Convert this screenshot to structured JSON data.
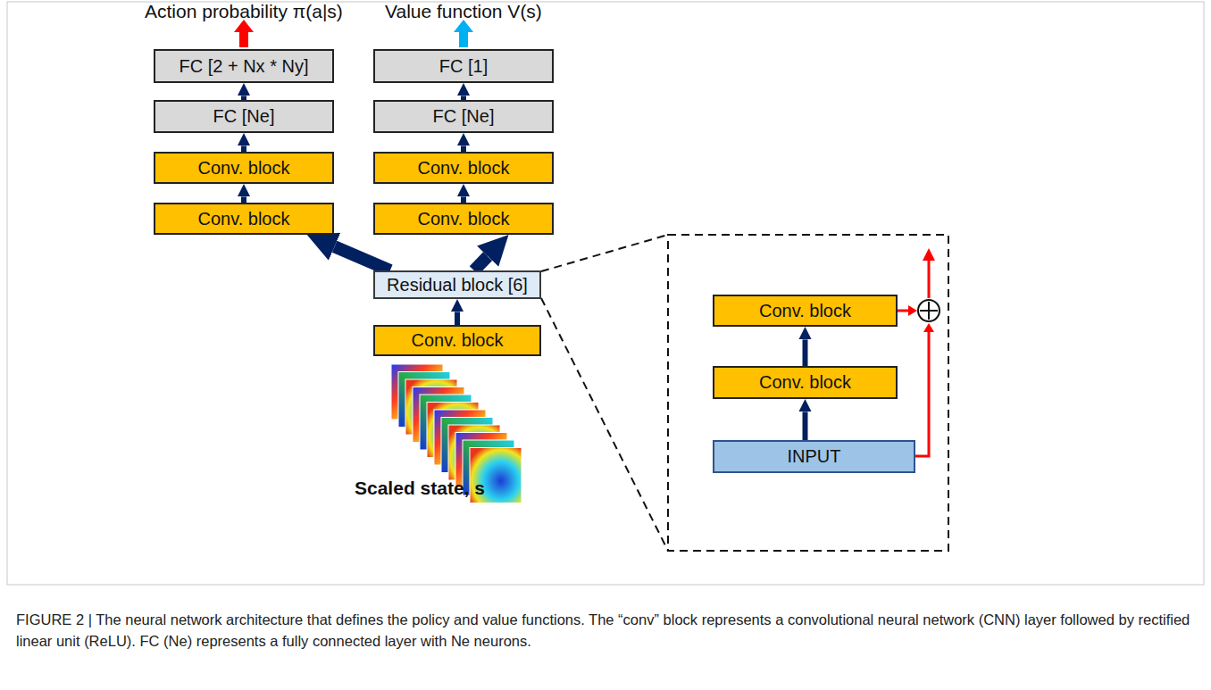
{
  "diagram": {
    "caption": "FIGURE 2 | The neural network architecture that defines the policy and value functions. The “conv” block represents a convolutional neural network (CNN) layer followed by rectified linear unit (ReLU). FC (Ne) represents a fully connected layer with Ne neurons.",
    "nodes": [
      {
        "text": [
          "FC [2 + Nx * Ny]"
        ]
      },
      {
        "text": [
          "FC [Ne]"
        ]
      },
      {
        "text": [
          "Conv. block"
        ]
      },
      {
        "text": [
          "Conv. block"
        ]
      },
      {
        "text": [
          "FC [1]"
        ]
      },
      {
        "text": [
          "FC [Ne]"
        ]
      },
      {
        "text": [
          "Conv. block"
        ]
      },
      {
        "text": [
          "Conv. block"
        ]
      },
      {
        "text": [
          "Residual block [6]"
        ]
      },
      {
        "text": [
          "Conv. block"
        ]
      },
      {
        "text": [
          "Conv. block"
        ]
      },
      {
        "text": [
          "Conv. block"
        ]
      },
      {
        "text": [
          "INPUT"
        ]
      }
    ],
    "edges": [
      {
        "from": 9,
        "to": 8,
        "arrow": "to"
      },
      {
        "from": 8,
        "to": 3,
        "arrow": "to"
      },
      {
        "from": 8,
        "to": 7,
        "arrow": "to"
      },
      {
        "from": 3,
        "to": 2,
        "arrow": "to"
      },
      {
        "from": 2,
        "to": 1,
        "arrow": "to"
      },
      {
        "from": 1,
        "to": 0,
        "arrow": "to"
      },
      {
        "from": 7,
        "to": 6,
        "arrow": "to"
      },
      {
        "from": 6,
        "to": 5,
        "arrow": "to"
      },
      {
        "from": 5,
        "to": 4,
        "arrow": "to"
      },
      {
        "from": 12,
        "to": 11,
        "arrow": "to"
      },
      {
        "from": 11,
        "to": 10,
        "arrow": "to"
      }
    ],
    "labels": [
      "Action probability π(a|s)",
      "Value function V(s)",
      "Scaled state, s"
    ]
  }
}
